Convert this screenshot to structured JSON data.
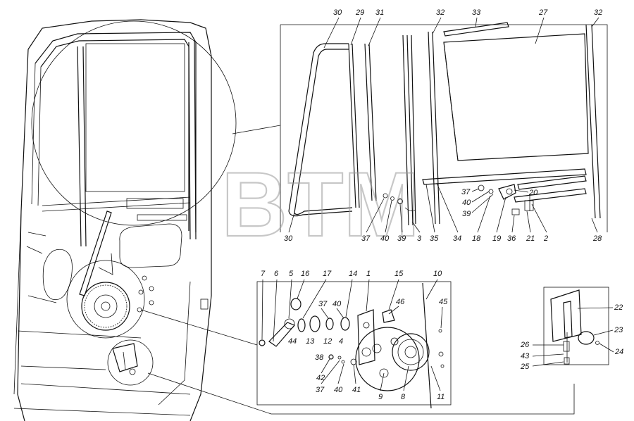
{
  "watermark": "BTM",
  "labels": {
    "top": [
      "30",
      "29",
      "31",
      "32",
      "33",
      "27",
      "32"
    ],
    "right_top_group": [
      "37",
      "40",
      "39",
      "20",
      "18",
      "19",
      "36",
      "21",
      "2",
      "28"
    ],
    "bottom_row": [
      "30",
      "37",
      "40",
      "39",
      "3",
      "35",
      "34"
    ],
    "mechanism": [
      "7",
      "6",
      "5",
      "16",
      "17",
      "14",
      "1",
      "15",
      "10",
      "44",
      "13",
      "12",
      "4",
      "37",
      "40",
      "46",
      "45",
      "38",
      "42",
      "37",
      "40",
      "41",
      "9",
      "8",
      "11"
    ],
    "bracket": [
      "22",
      "23",
      "26",
      "43",
      "25",
      "24"
    ]
  }
}
